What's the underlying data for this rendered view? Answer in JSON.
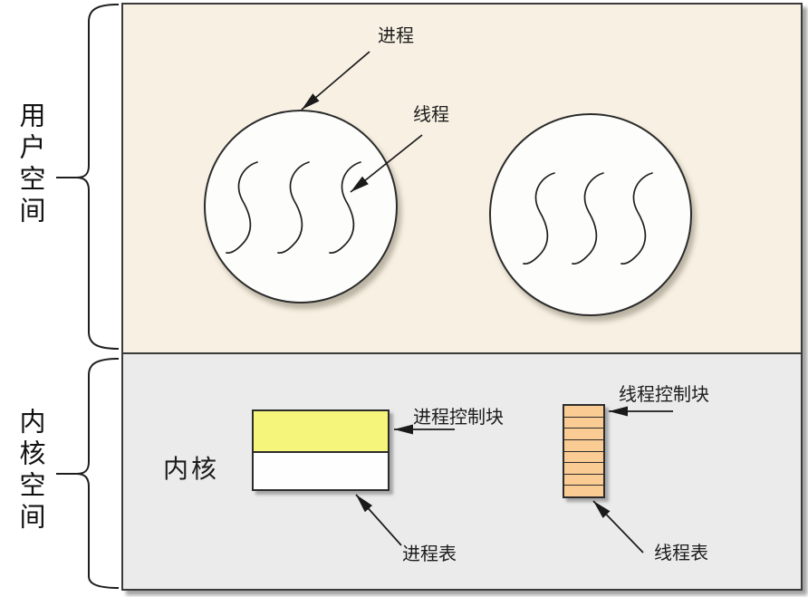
{
  "user_space": {
    "label": "用户空间",
    "process_label": "进程",
    "thread_label": "线程",
    "process_count": 2,
    "threads_per_process": 3
  },
  "kernel_space": {
    "label": "内核空间",
    "kernel_label": "内核",
    "process_control_block_label": "进程控制块",
    "process_table_label": "进程表",
    "thread_control_block_label": "线程控制块",
    "thread_table_label": "线程表",
    "thread_table_rows": 8
  },
  "colors": {
    "user_space_bg": "#f8f1e3",
    "kernel_space_bg": "#ebebeb",
    "process_control_block_fill": "#f5f57c",
    "thread_table_fill": "#facb93",
    "outline": "#2d2d2d"
  }
}
